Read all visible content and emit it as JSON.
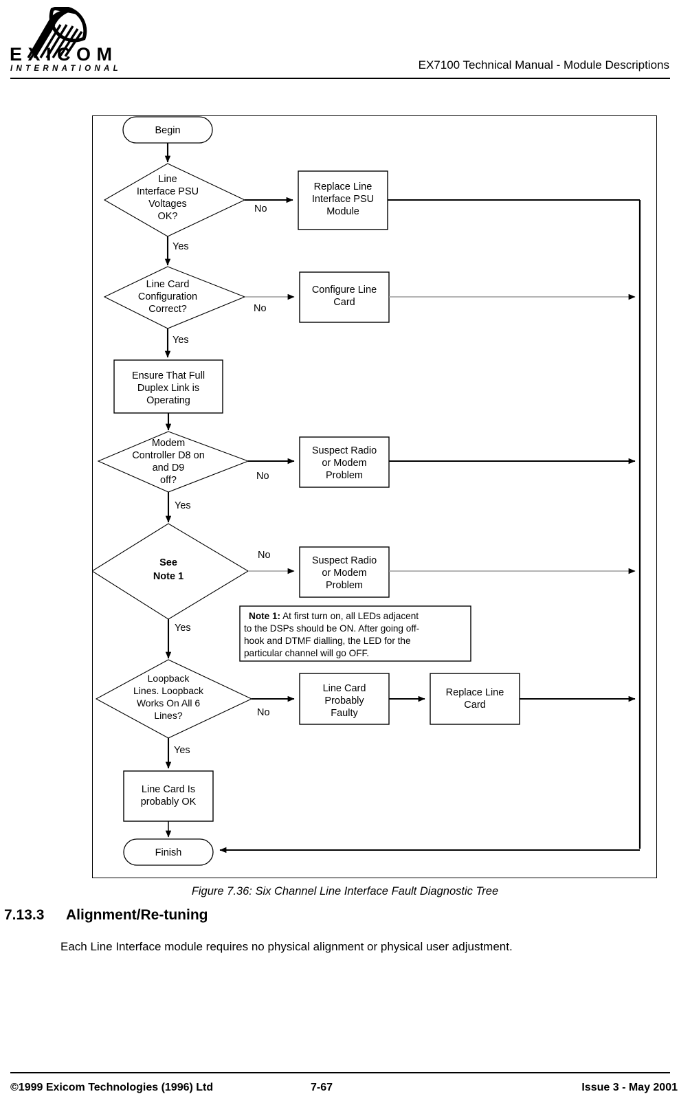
{
  "header": {
    "logo_word": "EXICOM",
    "logo_sub": "INTERNATIONAL",
    "title": "EX7100 Technical Manual - Module Descriptions"
  },
  "figure": {
    "caption": "Figure 7.36: Six Channel Line Interface Fault Diagnostic Tree",
    "nodes": {
      "begin": "Begin",
      "d1_l1": "Line",
      "d1_l2": "Interface PSU",
      "d1_l3": "Voltages",
      "d1_l4": "OK?",
      "p1_l1": "Replace Line",
      "p1_l2": "Interface PSU",
      "p1_l3": "Module",
      "d2_l1": "Line Card",
      "d2_l2": "Configuration",
      "d2_l3": "Correct?",
      "p2_l1": "Configure Line",
      "p2_l2": "Card",
      "p3_l1": "Ensure That Full",
      "p3_l2": "Duplex Link is",
      "p3_l3": "Operating",
      "d3_l1": "Modem",
      "d3_l2": "Controller D8 on",
      "d3_l3": "and D9",
      "d3_l4": "off?",
      "p4_l1": "Suspect Radio",
      "p4_l2": "or Modem",
      "p4_l3": "Problem",
      "d4_l1": "See",
      "d4_l2": "Note 1",
      "p5_l1": "Suspect Radio",
      "p5_l2": "or Modem",
      "p5_l3": "Problem",
      "d5_l1": "Loopback",
      "d5_l2": "Lines. Loopback",
      "d5_l3": "Works On All 6",
      "d5_l4": "Lines?",
      "p6_l1": "Line Card",
      "p6_l2": "Probably",
      "p6_l3": "Faulty",
      "p7_l1": "Replace Line",
      "p7_l2": "Card",
      "p8_l1": "Line Card Is",
      "p8_l2": "probably OK",
      "finish": "Finish"
    },
    "edge_labels": {
      "no1": "No",
      "yes1": "Yes",
      "no2": "No",
      "yes2": "Yes",
      "no3": "No",
      "yes3": "Yes",
      "no4": "No",
      "yes4": "Yes",
      "no5": "No",
      "yes5": "Yes"
    },
    "note": {
      "label": "Note 1:",
      "line1": " At first turn on, all LEDs adjacent",
      "line2": "to the DSPs should be ON. After going off-",
      "line3": "hook and DTMF dialling, the LED for the",
      "line4": "particular channel will go OFF."
    }
  },
  "section": {
    "number": "7.13.3",
    "title": "Alignment/Re-tuning",
    "paragraph": "Each Line Interface module requires no physical alignment or physical user adjustment."
  },
  "footer": {
    "left": "©1999 Exicom Technologies (1996) Ltd",
    "center": "7-67",
    "right": "Issue 3 - May 2001"
  },
  "colors": {
    "ink": "#000000",
    "paper": "#ffffff",
    "grey_line": "#9a9a9a"
  }
}
